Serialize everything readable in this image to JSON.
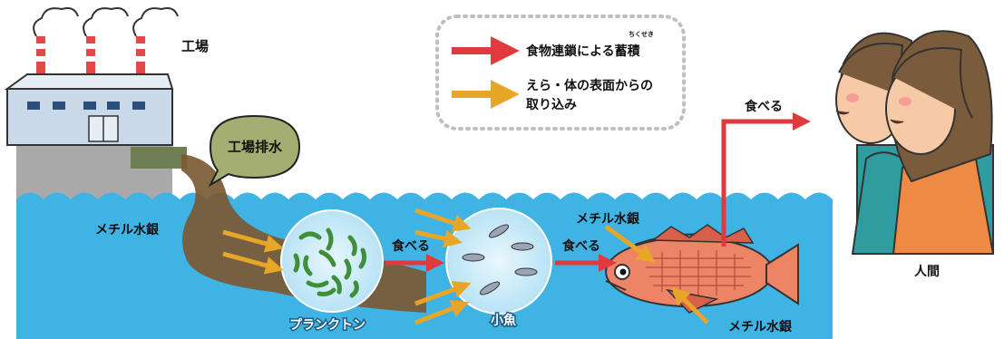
{
  "legend": {
    "ruby": "ちくせき",
    "red_label": "食物連鎖による蓄積",
    "orange_label_line1": "えら・体の表面からの",
    "orange_label_line2": "取り込み"
  },
  "labels": {
    "factory": "工場",
    "wastewater": "工場排水",
    "methylmercury_left": "メチル水銀",
    "methylmercury_top_fish": "メチル水銀",
    "methylmercury_bottom_fish": "メチル水銀",
    "plankton": "プランクトン",
    "small_fish": "小魚",
    "eats_1": "食べる",
    "eats_2": "食べる",
    "eats_3": "食べる",
    "humans": "人間"
  },
  "colors": {
    "water": "#3fb3e3",
    "food_chain_arrow": "#e03a3e",
    "absorption_arrow": "#e8a628",
    "factory_wall": "#a9a9a9",
    "pollution": "#7a5a33",
    "bubble_fill": "#a4ad72"
  }
}
